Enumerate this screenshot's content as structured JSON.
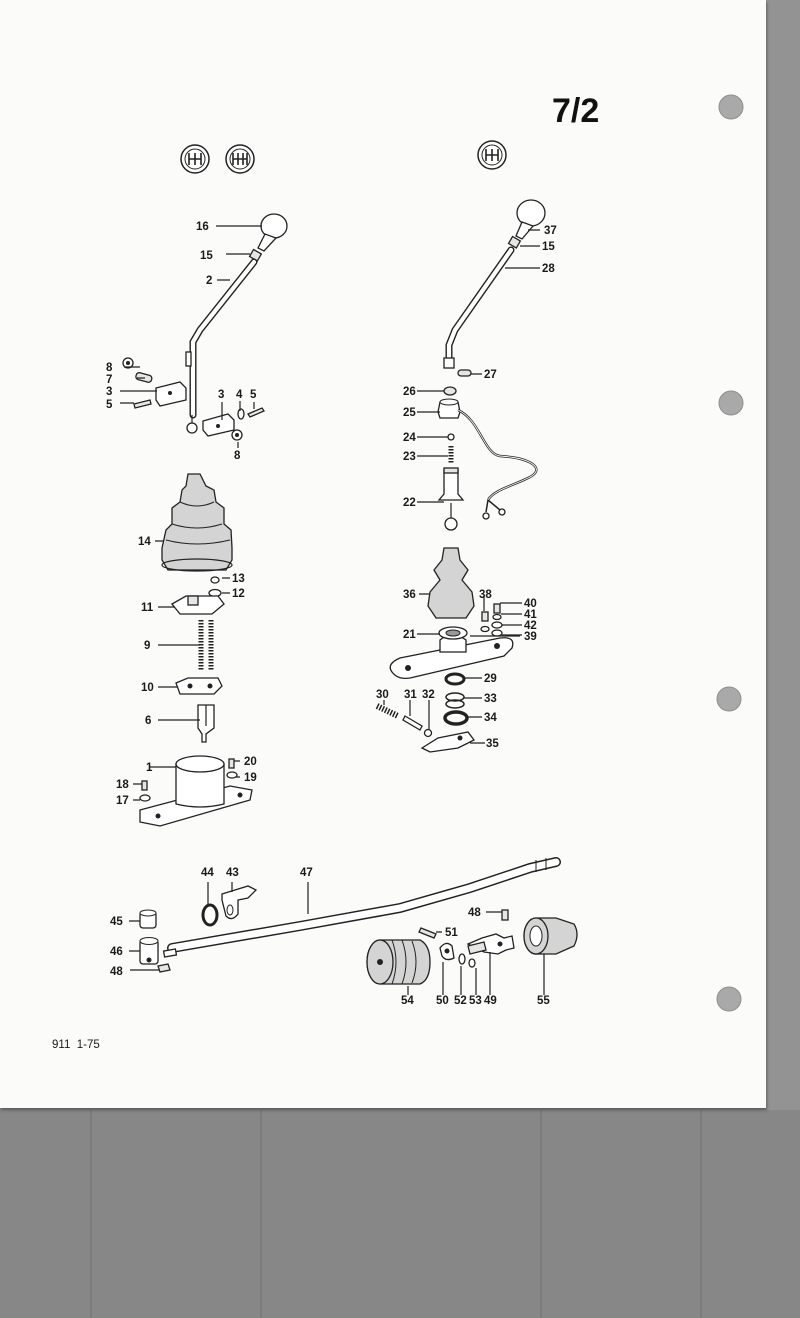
{
  "page_number": "7/2",
  "footer_code": "911  1-75",
  "left_assembly": {
    "labels": [
      "16",
      "15",
      "2",
      "8",
      "7",
      "3",
      "5",
      "3",
      "4",
      "5",
      "8",
      "14",
      "13",
      "12",
      "11",
      "9",
      "10",
      "6",
      "1",
      "20",
      "19",
      "18",
      "17"
    ]
  },
  "right_assembly": {
    "labels": [
      "37",
      "15",
      "28",
      "27",
      "26",
      "25",
      "24",
      "23",
      "22",
      "36",
      "38",
      "40",
      "41",
      "42",
      "39",
      "21",
      "29",
      "33",
      "34",
      "35",
      "30",
      "31",
      "32"
    ]
  },
  "linkage": {
    "labels": [
      "44",
      "43",
      "47",
      "45",
      "46",
      "48",
      "48",
      "51",
      "54",
      "50",
      "52",
      "53",
      "49",
      "55"
    ]
  },
  "icons": [
    "gear-pattern-4speed-icon",
    "gear-pattern-5speed-icon",
    "gear-pattern-sportomatic-icon",
    "binder-hole-icon"
  ]
}
